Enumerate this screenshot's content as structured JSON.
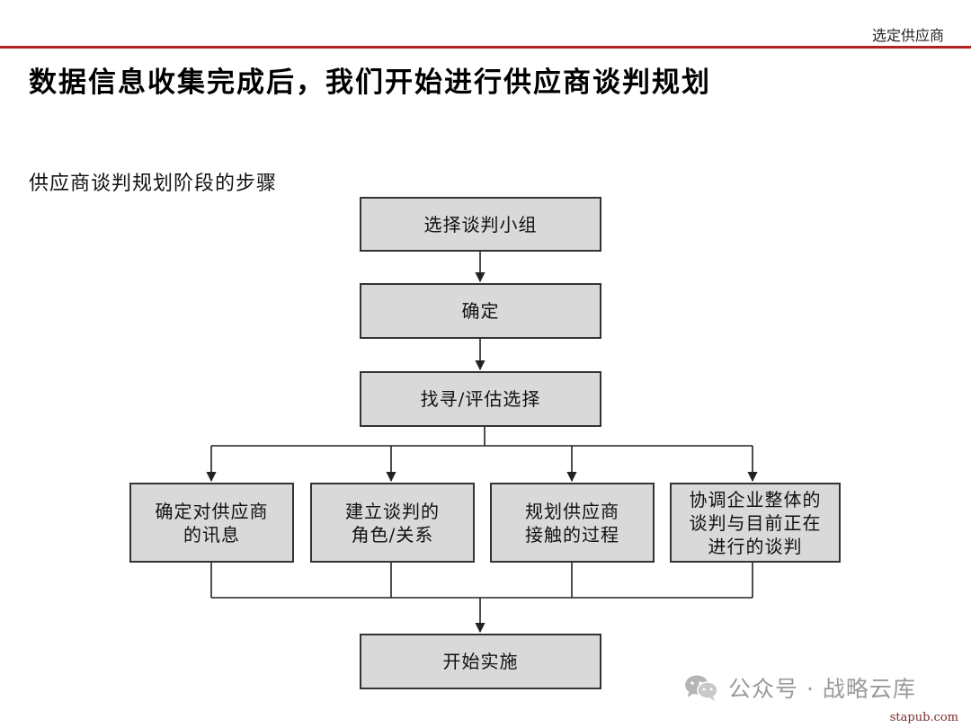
{
  "header": {
    "section_label": "选定供应商"
  },
  "title": "数据信息收集完成后，我们开始进行供应商谈判规划",
  "subtitle": "供应商谈判规划阶段的步骤",
  "flow": {
    "step1": "选择谈判小组",
    "step2": "确定",
    "step3": "找寻/评估选择",
    "parallel": [
      [
        "确定对供应商",
        "的讯息"
      ],
      [
        "建立谈判的",
        "角色/关系"
      ],
      [
        "规划供应商",
        "接触的过程"
      ],
      [
        "协调企业整体的",
        "谈判与目前正在",
        "进行的谈判"
      ]
    ],
    "final": "开始实施"
  },
  "watermark": {
    "text": "公众号 · 战略云库",
    "icon": "wechat-icon"
  },
  "corner_mark": "stapub.com"
}
